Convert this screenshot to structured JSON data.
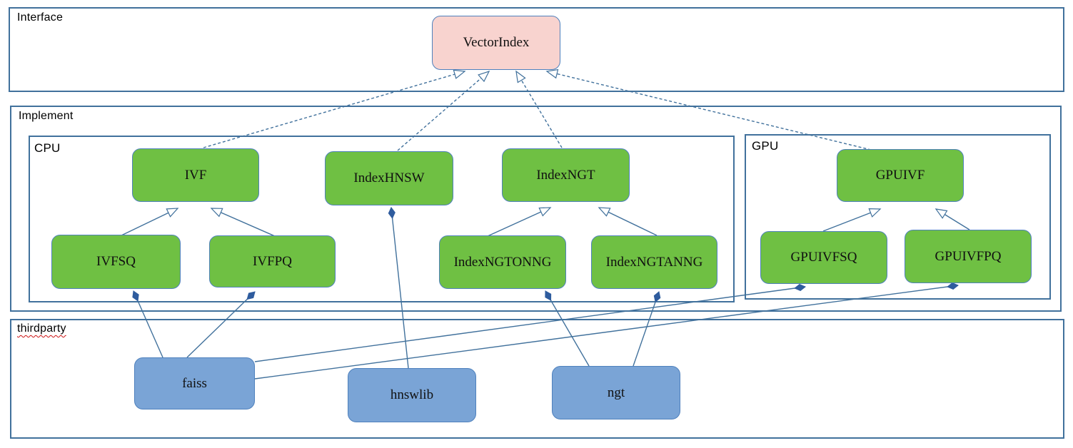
{
  "diagram": {
    "containers": {
      "interface": {
        "label": "Interface"
      },
      "implement": {
        "label": "Implement"
      },
      "cpu": {
        "label": "CPU"
      },
      "gpu": {
        "label": "GPU"
      },
      "thirdparty": {
        "label": "thirdparty"
      }
    },
    "nodes": {
      "vectorindex": {
        "label": "VectorIndex",
        "kind": "interface"
      },
      "ivf": {
        "label": "IVF",
        "kind": "class"
      },
      "indexhnsw": {
        "label": "IndexHNSW",
        "kind": "class"
      },
      "indexngt": {
        "label": "IndexNGT",
        "kind": "class"
      },
      "ivfsq": {
        "label": "IVFSQ",
        "kind": "class"
      },
      "ivfpq": {
        "label": "IVFPQ",
        "kind": "class"
      },
      "indexngtonng": {
        "label": "IndexNGTONNG",
        "kind": "class"
      },
      "indexngtanng": {
        "label": "IndexNGTANNG",
        "kind": "class"
      },
      "gpuivf": {
        "label": "GPUIVF",
        "kind": "class"
      },
      "gpuivfsq": {
        "label": "GPUIVFSQ",
        "kind": "class"
      },
      "gpuivfpq": {
        "label": "GPUIVFPQ",
        "kind": "class"
      },
      "faiss": {
        "label": "faiss",
        "kind": "thirdparty"
      },
      "hnswlib": {
        "label": "hnswlib",
        "kind": "thirdparty"
      },
      "ngt": {
        "label": "ngt",
        "kind": "thirdparty"
      }
    },
    "edges": [
      {
        "from": "ivf",
        "to": "vectorindex",
        "type": "realization"
      },
      {
        "from": "indexhnsw",
        "to": "vectorindex",
        "type": "realization"
      },
      {
        "from": "indexngt",
        "to": "vectorindex",
        "type": "realization"
      },
      {
        "from": "gpuivf",
        "to": "vectorindex",
        "type": "realization"
      },
      {
        "from": "ivfsq",
        "to": "ivf",
        "type": "generalization"
      },
      {
        "from": "ivfpq",
        "to": "ivf",
        "type": "generalization"
      },
      {
        "from": "indexngtonng",
        "to": "indexngt",
        "type": "generalization"
      },
      {
        "from": "indexngtanng",
        "to": "indexngt",
        "type": "generalization"
      },
      {
        "from": "gpuivfsq",
        "to": "gpuivf",
        "type": "generalization"
      },
      {
        "from": "gpuivfpq",
        "to": "gpuivf",
        "type": "generalization"
      },
      {
        "from": "faiss",
        "to": "ivfsq",
        "type": "composition"
      },
      {
        "from": "faiss",
        "to": "ivfpq",
        "type": "composition"
      },
      {
        "from": "faiss",
        "to": "gpuivfsq",
        "type": "composition"
      },
      {
        "from": "faiss",
        "to": "gpuivfpq",
        "type": "composition"
      },
      {
        "from": "hnswlib",
        "to": "indexhnsw",
        "type": "composition"
      },
      {
        "from": "ngt",
        "to": "indexngtonng",
        "type": "composition"
      },
      {
        "from": "ngt",
        "to": "indexngtanng",
        "type": "composition"
      }
    ],
    "colors": {
      "interface_fill": "#f8d3cf",
      "class_fill": "#6fc043",
      "thirdparty_fill": "#7aa4d6",
      "container_border": "#41719c",
      "node_border": "#4f81bd",
      "connector": "#41719c",
      "diamond_fill": "#2f5c9e",
      "spellcheck_underline": "#cc1111"
    }
  }
}
